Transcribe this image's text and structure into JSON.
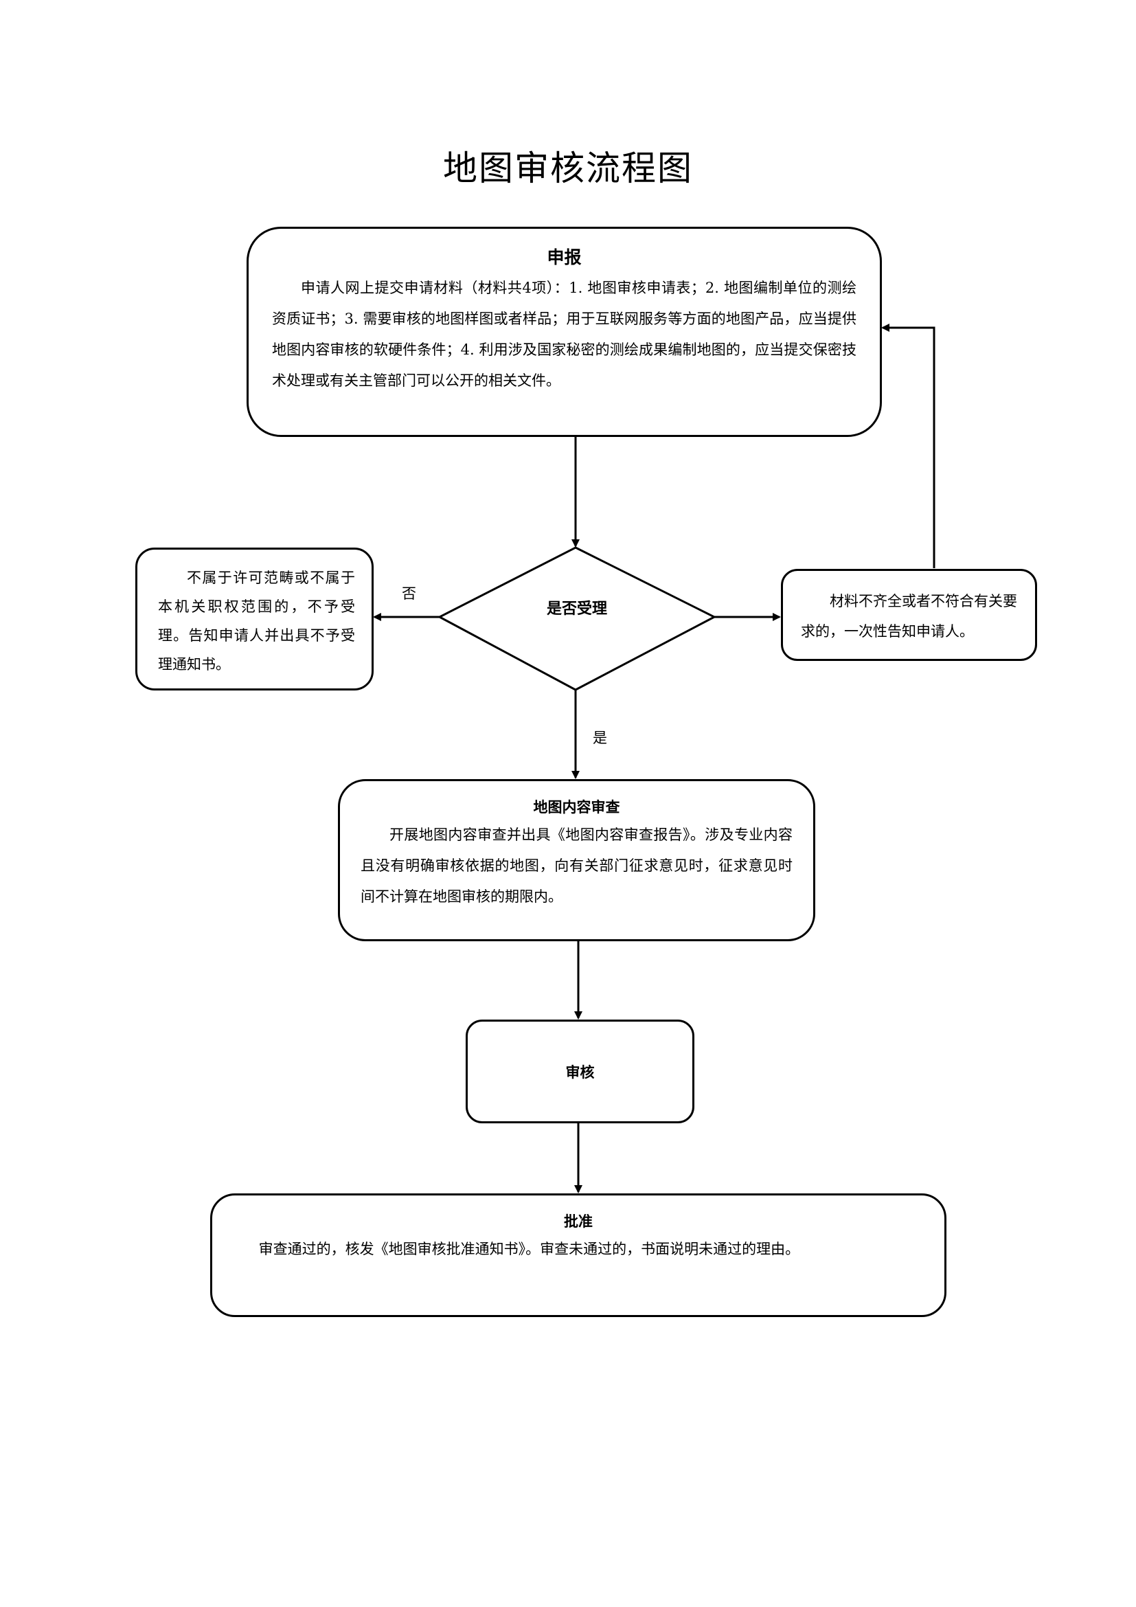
{
  "title": "地图审核流程图",
  "nodes": {
    "apply": {
      "title": "申报",
      "text": "申请人网上提交申请材料（材料共4项）：1. 地图审核申请表；2. 地图编制单位的测绘资质证书；3. 需要审核的地图样图或者样品；用于互联网服务等方面的地图产品，应当提供地图内容审核的软硬件条件；4. 利用涉及国家秘密的测绘成果编制地图的，应当提交保密技术处理或有关主管部门可以公开的相关文件。"
    },
    "decision": {
      "label": "是否受理"
    },
    "reject": {
      "text": "不属于许可范畴或不属于本机关职权范围的，不予受理。告知申请人并出具不予受理通知书。"
    },
    "incomplete": {
      "text": "材料不齐全或者不符合有关要求的，一次性告知申请人。"
    },
    "content_review": {
      "title": "地图内容审查",
      "text": "开展地图内容审查并出具《地图内容审查报告》。涉及专业内容且没有明确审核依据的地图，向有关部门征求意见时，征求意见时间不计算在地图审核的期限内。"
    },
    "audit": {
      "title": "审核"
    },
    "approve": {
      "title": "批准",
      "text": "审查通过的，核发《地图审核批准通知书》。审查未通过的，书面说明未通过的理由。"
    }
  },
  "edge_labels": {
    "no": "否",
    "yes": "是"
  }
}
